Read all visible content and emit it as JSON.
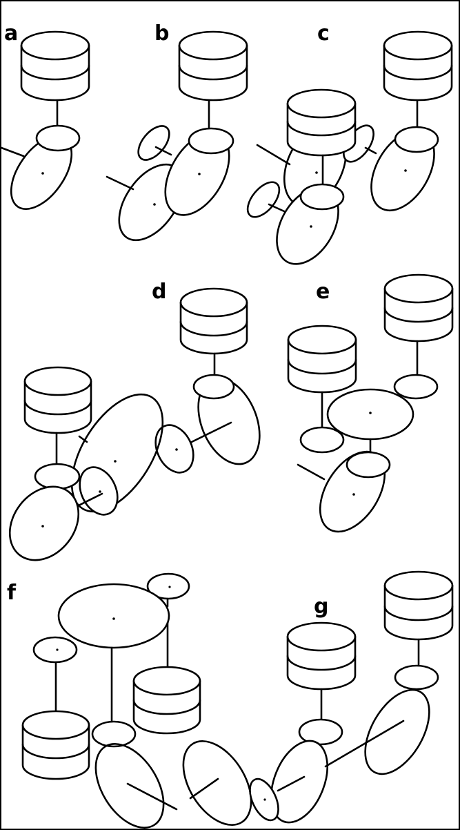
{
  "panels": [
    {
      "id": "a",
      "label": "a"
    },
    {
      "id": "b",
      "label": "b"
    },
    {
      "id": "c",
      "label": "c"
    },
    {
      "id": "d",
      "label": "d"
    },
    {
      "id": "e",
      "label": "e"
    },
    {
      "id": "f",
      "label": "f"
    },
    {
      "id": "g",
      "label": "g"
    }
  ],
  "colors": {
    "stroke": "#000000",
    "background": "#ffffff"
  }
}
